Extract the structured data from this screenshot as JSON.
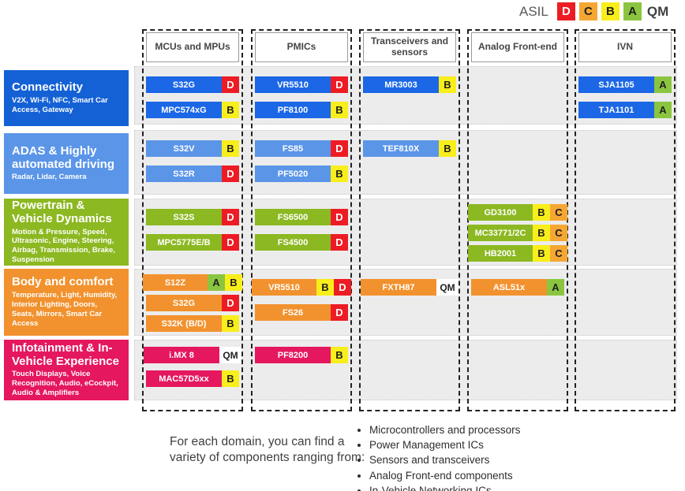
{
  "legend": {
    "label": "ASIL",
    "items": [
      {
        "letter": "D",
        "color": "#ed1c24",
        "text_color": "#ffffff"
      },
      {
        "letter": "C",
        "color": "#f5a733",
        "text_color": "#1f1f1f"
      },
      {
        "letter": "B",
        "color": "#f8ee1b",
        "text_color": "#1f1f1f"
      },
      {
        "letter": "A",
        "color": "#8bc540",
        "text_color": "#1f1f1f"
      }
    ],
    "qm_label": "QM"
  },
  "badge_styles": {
    "D": {
      "bg": "#ed1c24",
      "fg": "#ffffff"
    },
    "C": {
      "bg": "#f5a733",
      "fg": "#1f1f1f"
    },
    "B": {
      "bg": "#f8ee1b",
      "fg": "#1f1f1f"
    },
    "A": {
      "bg": "#8bc540",
      "fg": "#1f1f1f"
    },
    "QM": {
      "bg": "#ffffff",
      "fg": "#1f1f1f"
    }
  },
  "columns": [
    {
      "id": "mcus",
      "label": "MCUs and MPUs"
    },
    {
      "id": "pmics",
      "label": "PMICs"
    },
    {
      "id": "transceivers",
      "label": "Transceivers and sensors"
    },
    {
      "id": "analog",
      "label": "Analog Front-end"
    },
    {
      "id": "ivn",
      "label": "IVN"
    }
  ],
  "rows": [
    {
      "id": "connectivity",
      "title": "Connectivity",
      "subtitle": "V2X, Wi-Fi, NFC, Smart Car Access, Gateway",
      "color": "#1461d6",
      "chip_color": "#1b67e6",
      "cells": {
        "mcus": [
          {
            "label": "S32G",
            "badges": [
              "D"
            ]
          },
          {
            "label": "MPC574xG",
            "badges": [
              "B"
            ]
          }
        ],
        "pmics": [
          {
            "label": "VR5510",
            "badges": [
              "D"
            ]
          },
          {
            "label": "PF8100",
            "badges": [
              "B"
            ]
          }
        ],
        "transceivers": [
          {
            "label": "MR3003",
            "badges": [
              "B"
            ]
          }
        ],
        "analog": [],
        "ivn": [
          {
            "label": "SJA1105",
            "badges": [
              "A"
            ]
          },
          {
            "label": "TJA1101",
            "badges": [
              "A"
            ]
          }
        ]
      }
    },
    {
      "id": "adas",
      "title": "ADAS & Highly automated driving",
      "subtitle": "Radar, Lidar, Camera",
      "color": "#5b95e8",
      "chip_color": "#5b95e8",
      "cells": {
        "mcus": [
          {
            "label": "S32V",
            "badges": [
              "B"
            ]
          },
          {
            "label": "S32R",
            "badges": [
              "D"
            ]
          }
        ],
        "pmics": [
          {
            "label": "FS85",
            "badges": [
              "D"
            ]
          },
          {
            "label": "PF5020",
            "badges": [
              "B"
            ]
          }
        ],
        "transceivers": [
          {
            "label": "TEF810X",
            "badges": [
              "B"
            ]
          }
        ],
        "analog": [],
        "ivn": []
      }
    },
    {
      "id": "powertrain",
      "title": "Powertrain & Vehicle Dynamics",
      "subtitle": "Motion & Pressure, Speed, Ultrasonic, Engine, Steering, Airbag, Transmission, Brake, Suspension",
      "color": "#8cb821",
      "chip_color": "#8cb821",
      "cells": {
        "mcus": [
          {
            "label": "S32S",
            "badges": [
              "D"
            ]
          },
          {
            "label": "MPC5775E/B",
            "badges": [
              "D"
            ]
          }
        ],
        "pmics": [
          {
            "label": "FS6500",
            "badges": [
              "D"
            ]
          },
          {
            "label": "FS4500",
            "badges": [
              "D"
            ]
          }
        ],
        "transceivers": [],
        "analog": [
          {
            "label": "GD3100",
            "badges": [
              "B",
              "C"
            ]
          },
          {
            "label": "MC33771/2C",
            "badges": [
              "B",
              "C"
            ]
          },
          {
            "label": "HB2001",
            "badges": [
              "B",
              "C"
            ]
          }
        ],
        "ivn": []
      }
    },
    {
      "id": "body-comfort",
      "title": "Body and comfort",
      "subtitle": "Temperature, Light, Humidity, Interior Lighting, Doors, Seats, Mirrors, Smart Car Access",
      "color": "#f2922e",
      "chip_color": "#f2922e",
      "cells": {
        "mcus": [
          {
            "label": "S12Z",
            "badges": [
              "A",
              "B"
            ]
          },
          {
            "label": "S32G",
            "badges": [
              "D"
            ]
          },
          {
            "label": "S32K (B/D)",
            "badges": [
              "B"
            ]
          }
        ],
        "pmics": [
          {
            "label": "VR5510",
            "badges": [
              "B",
              "D"
            ]
          },
          {
            "label": "FS26",
            "badges": [
              "D"
            ]
          }
        ],
        "transceivers": [
          {
            "label": "FXTH87",
            "badges": [
              "QM"
            ]
          }
        ],
        "analog": [
          {
            "label": "ASL51x",
            "badges": [
              "A"
            ]
          }
        ],
        "ivn": []
      }
    },
    {
      "id": "infotainment",
      "title": "Infotainment & In-Vehicle Experience",
      "subtitle": "Touch Displays, Voice Recognition, Audio, eCockpit, Audio & Amplifiers",
      "color": "#e5175f",
      "chip_color": "#e5175f",
      "cells": {
        "mcus": [
          {
            "label": "i.MX 8",
            "badges": [
              "QM"
            ]
          },
          {
            "label": "MAC57D5xx",
            "badges": [
              "B"
            ]
          }
        ],
        "pmics": [
          {
            "label": "PF8200",
            "badges": [
              "B"
            ]
          }
        ],
        "transceivers": [],
        "analog": [],
        "ivn": []
      }
    }
  ],
  "footer": {
    "intro": "For each domain, you can find a variety of components ranging from:",
    "bullets": [
      "Microcontrollers and processors",
      "Power Management ICs",
      "Sensors and transceivers",
      "Analog Front-end components",
      "In-Vehicle Networking ICs"
    ]
  }
}
